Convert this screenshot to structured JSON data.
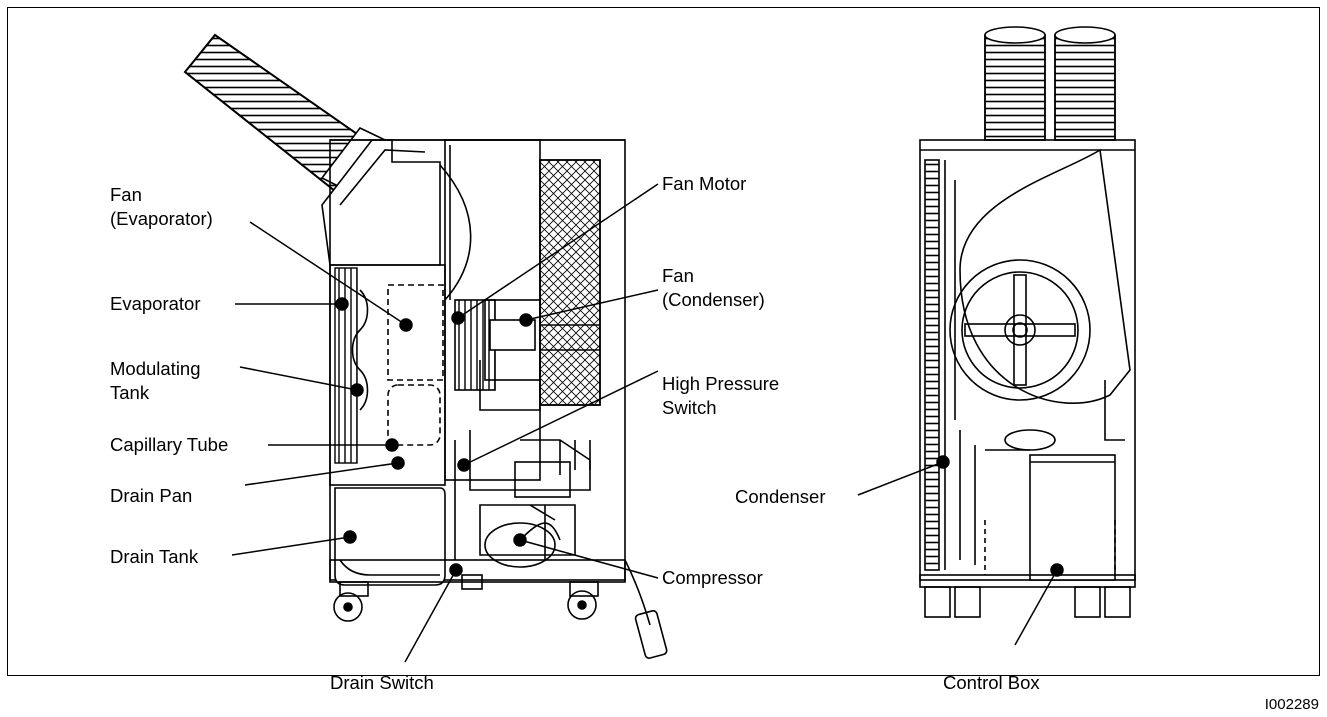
{
  "figure_id": "I002289",
  "labels": {
    "fan_evaporator": "Fan\n(Evaporator)",
    "evaporator": "Evaporator",
    "modulating_tank": "Modulating\nTank",
    "capillary_tube": "Capillary Tube",
    "drain_pan": "Drain Pan",
    "drain_tank": "Drain Tank",
    "drain_switch": "Drain Switch",
    "fan_motor": "Fan Motor",
    "fan_condenser": "Fan\n(Condenser)",
    "high_pressure_switch": "High Pressure\nSwitch",
    "compressor": "Compressor",
    "condenser": "Condenser",
    "control_box": "Control Box"
  }
}
